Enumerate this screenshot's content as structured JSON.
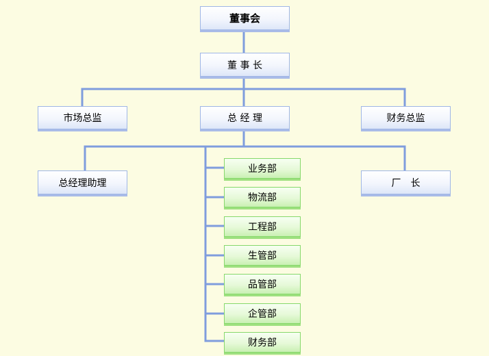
{
  "org_chart": {
    "board": "董事会",
    "chairman": "董 事 长",
    "level2": [
      "市场总监",
      "总 经 理",
      "财务总监"
    ],
    "level3_left": "总经理助理",
    "level3_right": "厂　长",
    "departments": [
      "业务部",
      "物流部",
      "工程部",
      "生管部",
      "品管部",
      "企管部",
      "财务部"
    ]
  },
  "colors": {
    "background": "#fcfce2",
    "connector": "#7f9ddd",
    "blue_box_border": "#9fb6e6",
    "green_box_border": "#86d86a"
  }
}
